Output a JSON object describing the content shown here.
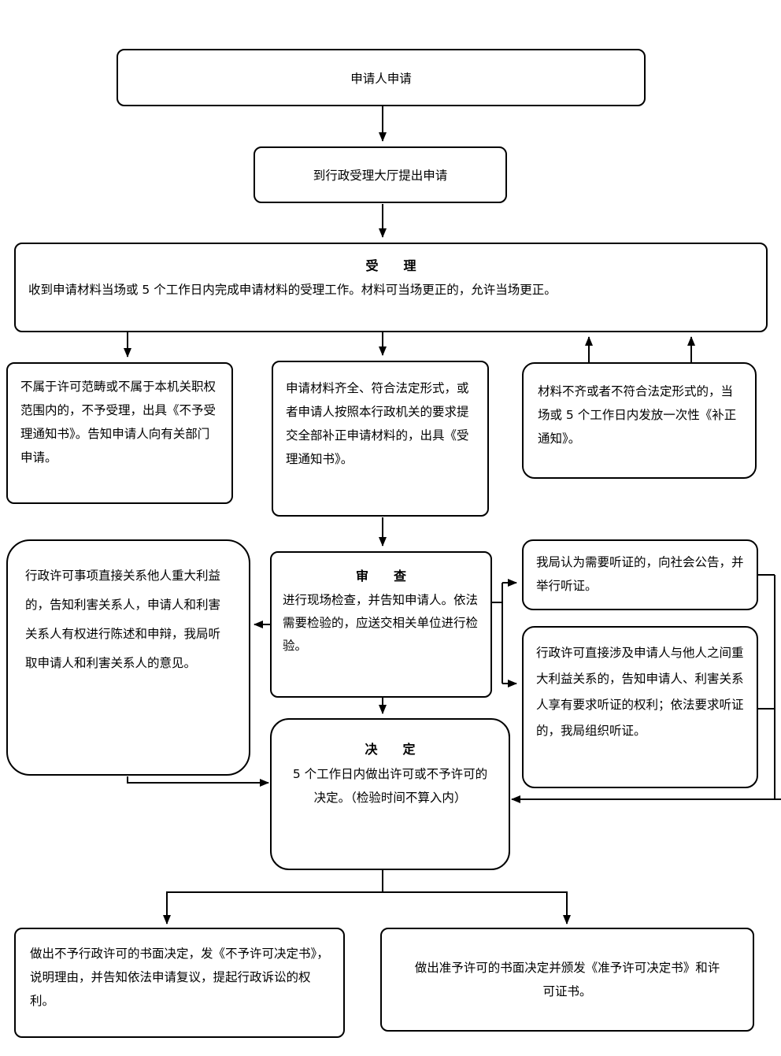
{
  "colors": {
    "background": "#ffffff",
    "box_border": "#000000",
    "line": "#000000",
    "text": "#000000"
  },
  "boxes": {
    "applicant": {
      "text": "申请人申请"
    },
    "hall": {
      "text": "到行政受理大厅提出申请"
    },
    "accept": {
      "title": "受　　理",
      "body": "收到申请材料当场或 5 个工作日内完成申请材料的受理工作。材料可当场更正的，允许当场更正。"
    },
    "reject_scope": {
      "text": "不属于许可范畴或不属于本机关职权范围内的，不予受理，出具《不予受理通知书》。告知申请人向有关部门申请。"
    },
    "complete": {
      "text": "申请材料齐全、符合法定形式，或者申请人按照本行政机关的要求提交全部补正申请材料的，出具《受理通知书》。"
    },
    "incomplete": {
      "text": "材料不齐或者不符合法定形式的，当场或 5 个工作日内发放一次性《补正通知》。"
    },
    "review": {
      "title": "审　　查",
      "body": "进行现场检查，并告知申请人。依法需要检验的，应送交相关单位进行检验。"
    },
    "stakeholders": {
      "text": "行政许可事项直接关系他人重大利益的，告知利害关系人，申请人和利害关系人有权进行陈述和申辩，我局听取申请人和利害关系人的意见。"
    },
    "hearing_public": {
      "text": "我局认为需要听证的，向社会公告，并举行听证。"
    },
    "hearing_rights": {
      "text": "行政许可直接涉及申请人与他人之间重大利益关系的，告知申请人、利害关系人享有要求听证的权利；依法要求听证的，我局组织听证。"
    },
    "decision": {
      "title": "决　　定",
      "body": "5 个工作日内做出许可或不予许可的决定。（检验时间不算入内）"
    },
    "deny": {
      "text": "做出不予行政许可的书面决定，发《不予许可决定书》，说明理由，并告知依法申请复议，提起行政诉讼的权利。"
    },
    "grant": {
      "text": "做出准予许可的书面决定并颁发《准予许可决定书》和许可证书。"
    }
  }
}
